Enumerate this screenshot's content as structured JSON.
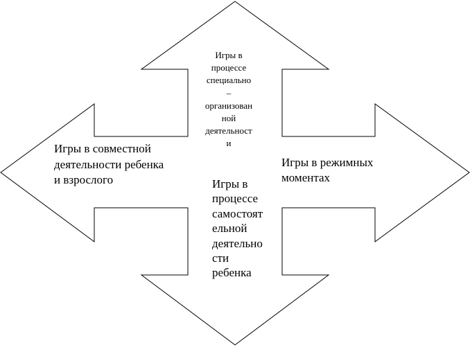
{
  "diagram": {
    "top_label_lines": [
      "Игры в",
      "процессе",
      "специально",
      "–",
      "организован",
      "ной",
      "деятельност",
      "и"
    ],
    "left_label_lines": [
      "Игры в совместной",
      "деятельности ребенка",
      "и взрослого"
    ],
    "right_label_lines": [
      "Игры в режимных",
      "моментах"
    ],
    "bottom_label_lines": [
      "Игры в",
      "процессе",
      "самостоят",
      "ельной",
      "деятельно",
      "сти",
      "ребенка"
    ],
    "colors": {
      "fill": "#ffffff",
      "stroke": "#000000"
    }
  }
}
